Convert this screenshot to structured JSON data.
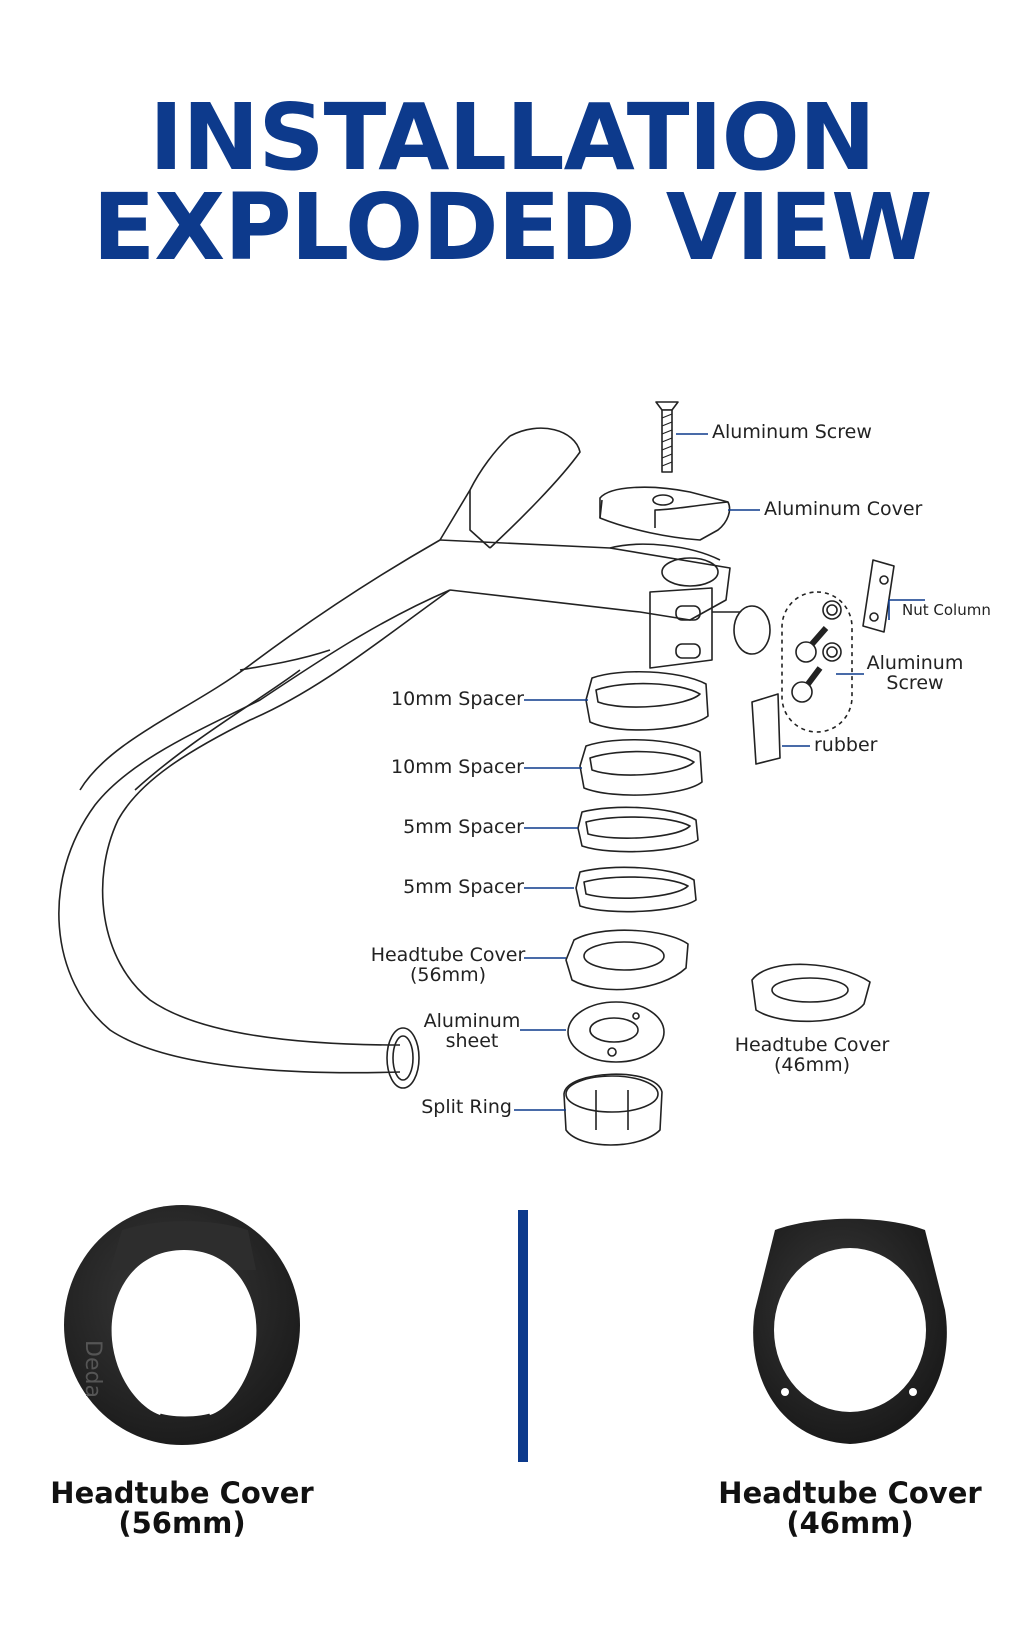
{
  "title": {
    "line1": "INSTALLATION",
    "line2": "EXPLODED VIEW"
  },
  "labels": {
    "aluminum_screw": "Aluminum Screw",
    "aluminum_cover": "Aluminum Cover",
    "nut_column": "Nut Column",
    "aluminum_screw_side_1": "Aluminum",
    "aluminum_screw_side_2": "Screw",
    "rubber": "rubber",
    "spacer_10mm_a": "10mm Spacer",
    "spacer_10mm_b": "10mm Spacer",
    "spacer_5mm_a": "5mm Spacer",
    "spacer_5mm_b": "5mm Spacer",
    "headtube_56_1": "Headtube Cover",
    "headtube_56_2": "(56mm)",
    "aluminum_sheet_1": "Aluminum",
    "aluminum_sheet_2": "sheet",
    "split_ring": "Split Ring",
    "headtube_46_1": "Headtube Cover",
    "headtube_46_2": "(46mm)"
  },
  "bottom": {
    "left_caption_1": "Headtube Cover",
    "left_caption_2": "(56mm)",
    "right_caption_1": "Headtube Cover",
    "right_caption_2": "(46mm)",
    "logo_text": "Deda"
  },
  "colors": {
    "accent": "#0d3a8c",
    "leader": "#0d3a8c",
    "line_art": "#222222",
    "product": "#2b2b2b"
  }
}
